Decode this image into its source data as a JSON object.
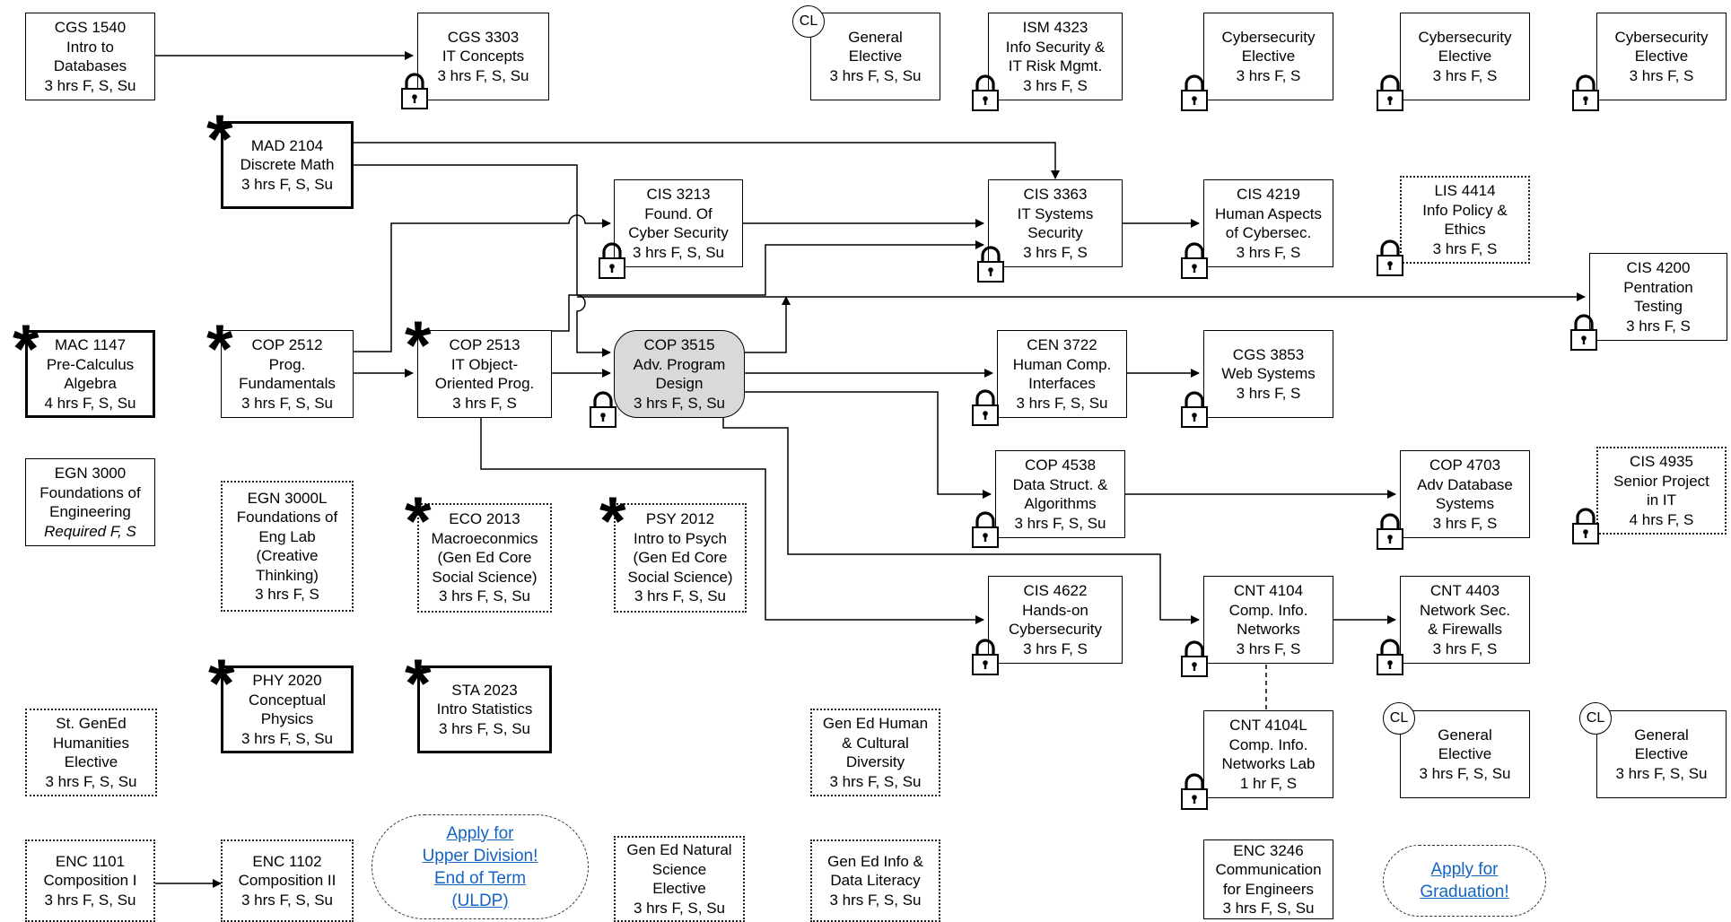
{
  "courses": {
    "cgs1540": [
      "CGS 1540",
      "Intro to",
      "Databases",
      "3 hrs F, S, Su"
    ],
    "cgs3303": [
      "CGS 3303",
      "IT Concepts",
      "3 hrs F, S, Su"
    ],
    "gen_elective_top": [
      "General",
      "Elective",
      "3 hrs F, S, Su"
    ],
    "ism4323": [
      "ISM 4323",
      "Info Security &",
      "IT Risk Mgmt.",
      "3 hrs  F, S"
    ],
    "cyber1": [
      "Cybersecurity",
      "Elective",
      "3 hrs F, S"
    ],
    "cyber2": [
      "Cybersecurity",
      "Elective",
      "3 hrs F, S"
    ],
    "cyber3": [
      "Cybersecurity",
      "Elective",
      "3 hrs F, S"
    ],
    "mad2104": [
      "MAD 2104",
      "Discrete Math",
      "3 hrs F, S, Su"
    ],
    "cis3213": [
      "CIS 3213",
      "Found. Of",
      "Cyber Security",
      "3 hrs F, S, Su"
    ],
    "cis3363": [
      "CIS 3363",
      "IT Systems",
      "Security",
      "3 hrs  F, S"
    ],
    "cis4219": [
      "CIS 4219",
      "Human Aspects",
      "of Cybersec.",
      "3 hrs  F, S"
    ],
    "lis4414": [
      "LIS 4414",
      "Info Policy &",
      "Ethics",
      "3 hrs F, S"
    ],
    "cis4200": [
      "CIS 4200",
      "Pentration",
      "Testing",
      "3 hrs F, S"
    ],
    "mac1147": [
      "MAC 1147",
      "Pre-Calculus",
      "Algebra",
      "4 hrs F, S, Su"
    ],
    "cop2512": [
      "COP 2512",
      "Prog.",
      "Fundamentals",
      "3 hrs F, S, Su"
    ],
    "cop2513": [
      "COP 2513",
      "IT Object-",
      "Oriented Prog.",
      "3 hrs  F, S"
    ],
    "cop3515": [
      "COP 3515",
      "Adv. Program",
      "Design",
      "3 hrs F, S, Su"
    ],
    "cen3722": [
      "CEN 3722",
      "Human Comp.",
      "Interfaces",
      "3 hrs F, S, Su"
    ],
    "cgs3853": [
      "CGS 3853",
      "Web Systems",
      "3 hrs  F, S"
    ],
    "egn3000": [
      "EGN 3000",
      "Foundations of",
      "Engineering",
      "Required F, S"
    ],
    "egn3000l": [
      "EGN 3000L",
      "Foundations of",
      "Eng Lab",
      "(Creative",
      "Thinking)",
      "3 hrs  F, S"
    ],
    "eco2013": [
      "ECO 2013",
      "Macroeconmics",
      "(Gen Ed Core",
      "Social Science)",
      "3 hrs F, S, Su"
    ],
    "psy2012": [
      "PSY 2012",
      "Intro to Psych",
      "(Gen Ed Core",
      "Social Science)",
      "3 hrs F, S, Su"
    ],
    "cop4538": [
      "COP 4538",
      "Data Struct. &",
      "Algorithms",
      "3 hrs F, S, Su"
    ],
    "cop4703": [
      "COP 4703",
      "Adv Database",
      "Systems",
      "3 hrs  F, S"
    ],
    "cis4935": [
      "CIS 4935",
      "Senior Project",
      "in IT",
      "4 hrs  F, S"
    ],
    "cis4622": [
      "CIS 4622",
      "Hands-on",
      "Cybersecurity",
      "3 hrs  F, S"
    ],
    "cnt4104": [
      "CNT 4104",
      "Comp. Info.",
      "Networks",
      "3 hrs  F, S"
    ],
    "cnt4403": [
      "CNT 4403",
      "Network Sec.",
      "& Firewalls",
      "3 hrs  F, S"
    ],
    "phy2020": [
      "PHY 2020",
      "Conceptual",
      "Physics",
      "3 hrs F, S, Su"
    ],
    "sta2023": [
      "STA 2023",
      "Intro Statistics",
      "3 hrs F, S, Su"
    ],
    "st_gened": [
      "St. GenEd",
      "Humanities",
      "Elective",
      "3 hrs  F, S, Su"
    ],
    "gened_hcd": [
      "Gen Ed Human",
      "& Cultural",
      "Diversity",
      "3 hrs  F, S, Su"
    ],
    "cnt4104l": [
      "CNT 4104L",
      "Comp. Info.",
      "Networks Lab",
      "1 hr  F, S"
    ],
    "gen_elective_mid": [
      "General",
      "Elective",
      "3 hrs F, S, Su"
    ],
    "gen_elective_right": [
      "General",
      "Elective",
      "3 hrs F, S, Su"
    ],
    "enc1101": [
      "ENC 1101",
      "Composition I",
      "3 hrs  F, S, Su"
    ],
    "enc1102": [
      "ENC 1102",
      "Composition II",
      "3 hrs  F, S, Su"
    ],
    "gened_ns": [
      "Gen Ed Natural",
      "Science",
      "Elective",
      "3 hrs  F, S, Su"
    ],
    "gened_idl": [
      "Gen Ed Info &",
      "Data Literacy",
      "3 hrs  F, S, Su"
    ],
    "enc3246": [
      "ENC 3246",
      "Communication",
      "for Engineers",
      "3 hrs F, S, Su"
    ]
  },
  "links": {
    "uldp": [
      "Apply for",
      "Upper Division!",
      "End of Term",
      "(ULDP)"
    ],
    "graduation": [
      "Apply for",
      "Graduation!"
    ]
  },
  "badges": {
    "cl": "CL",
    "star": "*"
  },
  "icons": {
    "lock": "lock-icon",
    "core": "asterisk-icon",
    "cl": "cl-badge"
  },
  "colors": {
    "link": "#1565c0",
    "highlight": "#d9d9d9",
    "line": "#000000"
  }
}
